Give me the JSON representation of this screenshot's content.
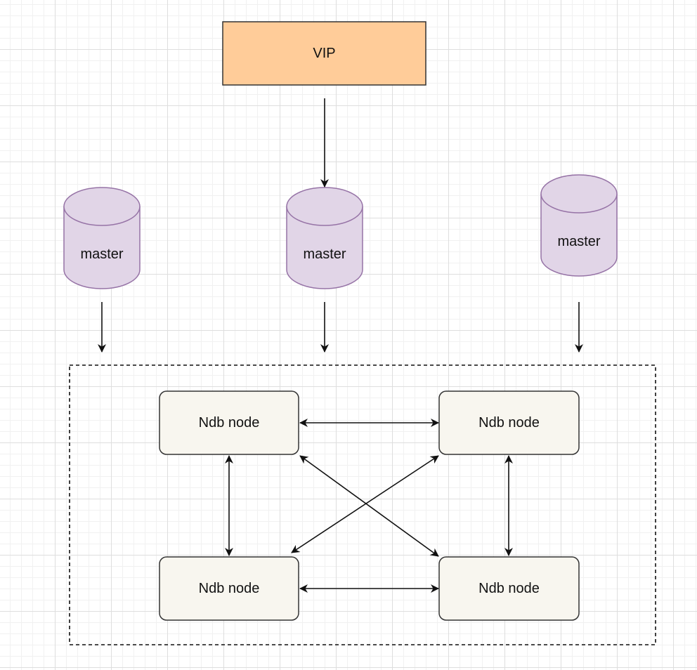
{
  "vip": {
    "label": "VIP",
    "fill": "#ffcc99",
    "stroke": "#333333"
  },
  "masters": [
    {
      "label": "master"
    },
    {
      "label": "master"
    },
    {
      "label": "master"
    }
  ],
  "master_style": {
    "fill": "#e1d5e7",
    "stroke": "#9673a6"
  },
  "ndb_nodes": [
    {
      "label": "Ndb node"
    },
    {
      "label": "Ndb node"
    },
    {
      "label": "Ndb node"
    },
    {
      "label": "Ndb node"
    }
  ],
  "ndb_style": {
    "fill": "#f8f6ef",
    "stroke": "#333333"
  },
  "cluster_group": {
    "border": "dashed"
  },
  "edge_color": "#111111"
}
